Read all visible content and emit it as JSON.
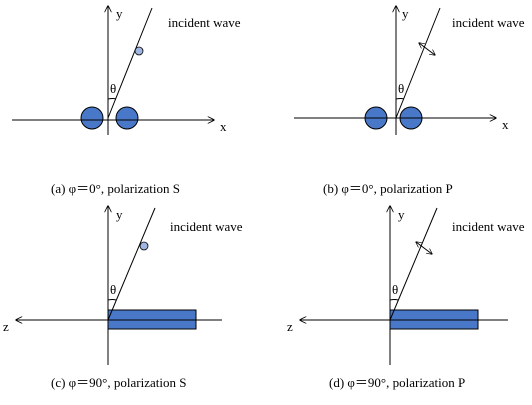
{
  "colors": {
    "fill": "#4a78c8",
    "dot": "#9fb7e0",
    "line": "#000000"
  },
  "labels": {
    "y": "y",
    "x": "x",
    "z": "z",
    "theta": "θ",
    "incident": "incident wave"
  },
  "panels": [
    {
      "id": "a",
      "caption": "(a) φ＝0°, polarization S",
      "polarization": "S",
      "phi": "0°"
    },
    {
      "id": "b",
      "caption": "(b) φ＝0°, polarization P",
      "polarization": "P",
      "phi": "0°"
    },
    {
      "id": "c",
      "caption": "(c) φ＝90°, polarization S",
      "polarization": "S",
      "phi": "90°"
    },
    {
      "id": "d",
      "caption": "(d) φ＝90°, polarization P",
      "polarization": "P",
      "phi": "90°"
    }
  ]
}
